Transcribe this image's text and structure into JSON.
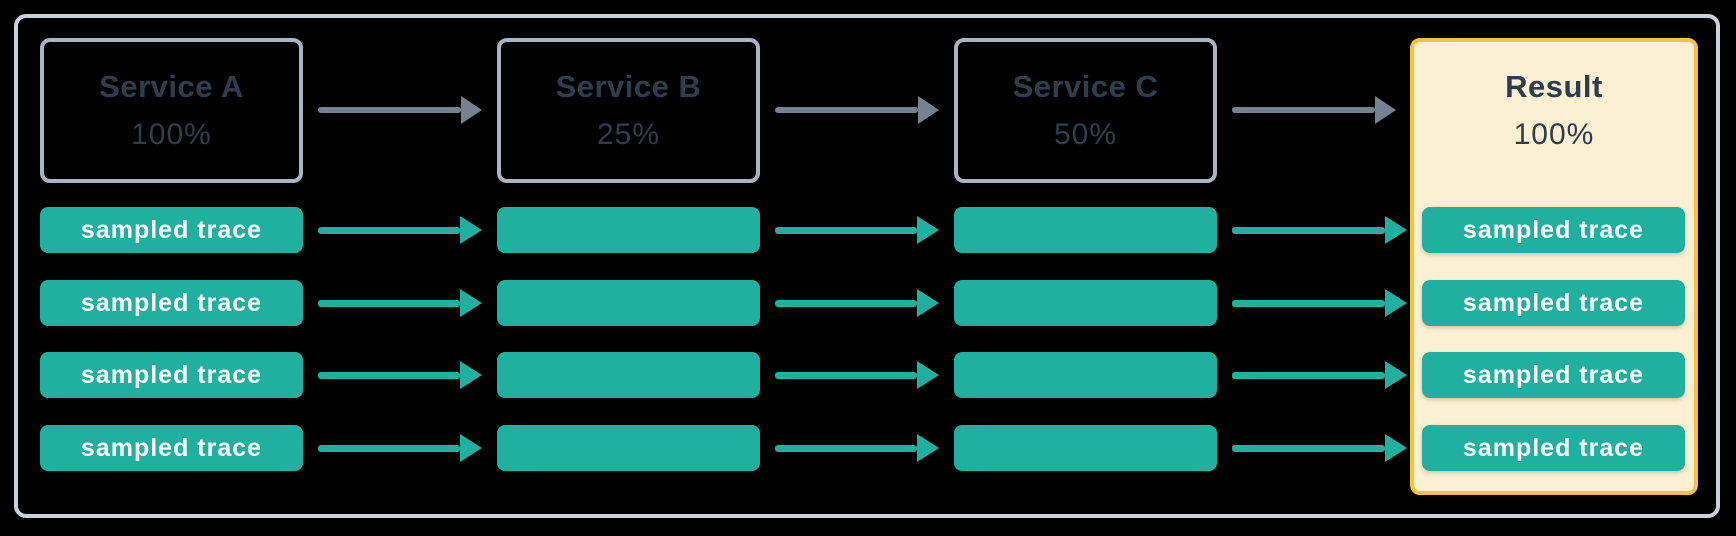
{
  "diagram": {
    "description": "Trace sampling flow across three services and the resulting collected traces",
    "columns": [
      {
        "id": "service-a",
        "title": "Service A",
        "rate": "100%",
        "rows": [
          "sampled trace",
          "sampled trace",
          "sampled trace",
          "sampled trace"
        ]
      },
      {
        "id": "service-b",
        "title": "Service B",
        "rate": "25%",
        "rows": [
          "",
          "",
          "",
          ""
        ]
      },
      {
        "id": "service-c",
        "title": "Service C",
        "rate": "50%",
        "rows": [
          "",
          "",
          "",
          ""
        ]
      },
      {
        "id": "result",
        "title": "Result",
        "rate": "100%",
        "rows": [
          "sampled trace",
          "sampled trace",
          "sampled trace",
          "sampled trace"
        ]
      }
    ],
    "colors": {
      "background": "#000000",
      "frame_border": "#C9D2DC",
      "service_box_border": "#A8B4C3",
      "title_text": "#2E3D4D",
      "trace_fill": "#1FB0A0",
      "trace_text": "#FFFFFF",
      "flow_arrow_gray": "#76828F",
      "flow_arrow_teal": "#1FB0A0",
      "result_panel_bg": "#FBF0D1",
      "result_panel_border": "#F6C33A"
    }
  }
}
